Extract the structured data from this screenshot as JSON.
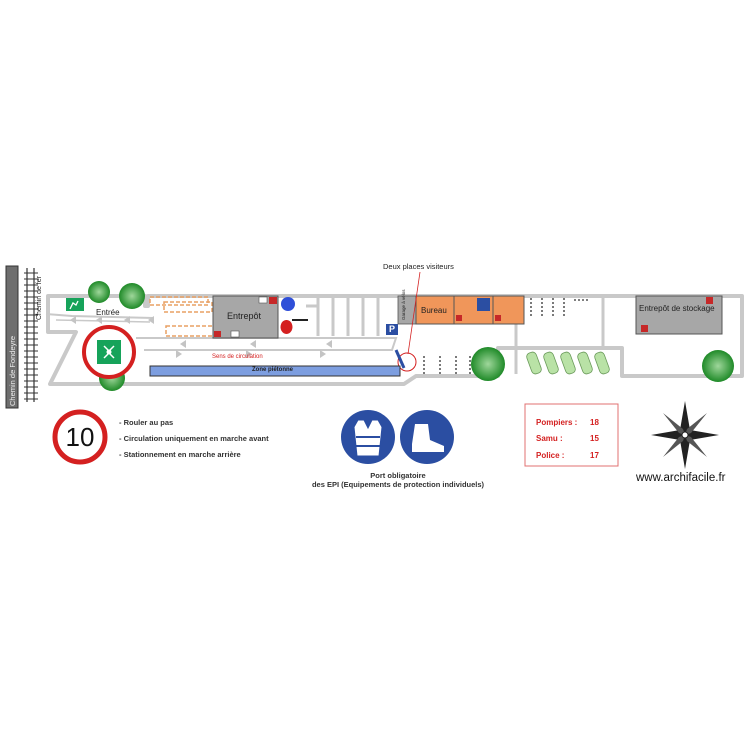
{
  "plan": {
    "road_west_label": "Chemin de Fondeyre",
    "railway_label": "Chemin de fer",
    "entrance_label": "Entrée",
    "warehouse_label": "Entrepôt",
    "circulation_label": "Sens de circulation",
    "pedestrian_zone_label": "Zone piétonne",
    "visitor_callout": "Deux places visiteurs",
    "bike_garage_label": "Garage à vélos",
    "office_label": "Bureau",
    "storage_warehouse_label": "Entrepôt de stockage",
    "accessible_parking_symbol": "P"
  },
  "rules": {
    "speed_limit": "10",
    "items": [
      "- Rouler au pas",
      "- Circulation uniquement en marche avant",
      "- Stationnement en marche arrière"
    ]
  },
  "ppe": {
    "title_line1": "Port obligatoire",
    "title_line2": "des EPI (Equipements de protection individuels)"
  },
  "emergency": {
    "rows": [
      {
        "name": "Pompiers :",
        "number": "18"
      },
      {
        "name": "Samu :",
        "number": "15"
      },
      {
        "name": "Police :",
        "number": "17"
      }
    ]
  },
  "footer": {
    "website": "www.archifacile.fr"
  },
  "colors": {
    "building_grey": "#a7a7a7",
    "office_orange": "#f0965a",
    "pedestrian_blue": "#7d9ee0",
    "circulation_red": "#d42020",
    "ppe_blue": "#2b4ea2",
    "assembly_green": "#16a35a",
    "tree_green": "#1f8a28"
  }
}
